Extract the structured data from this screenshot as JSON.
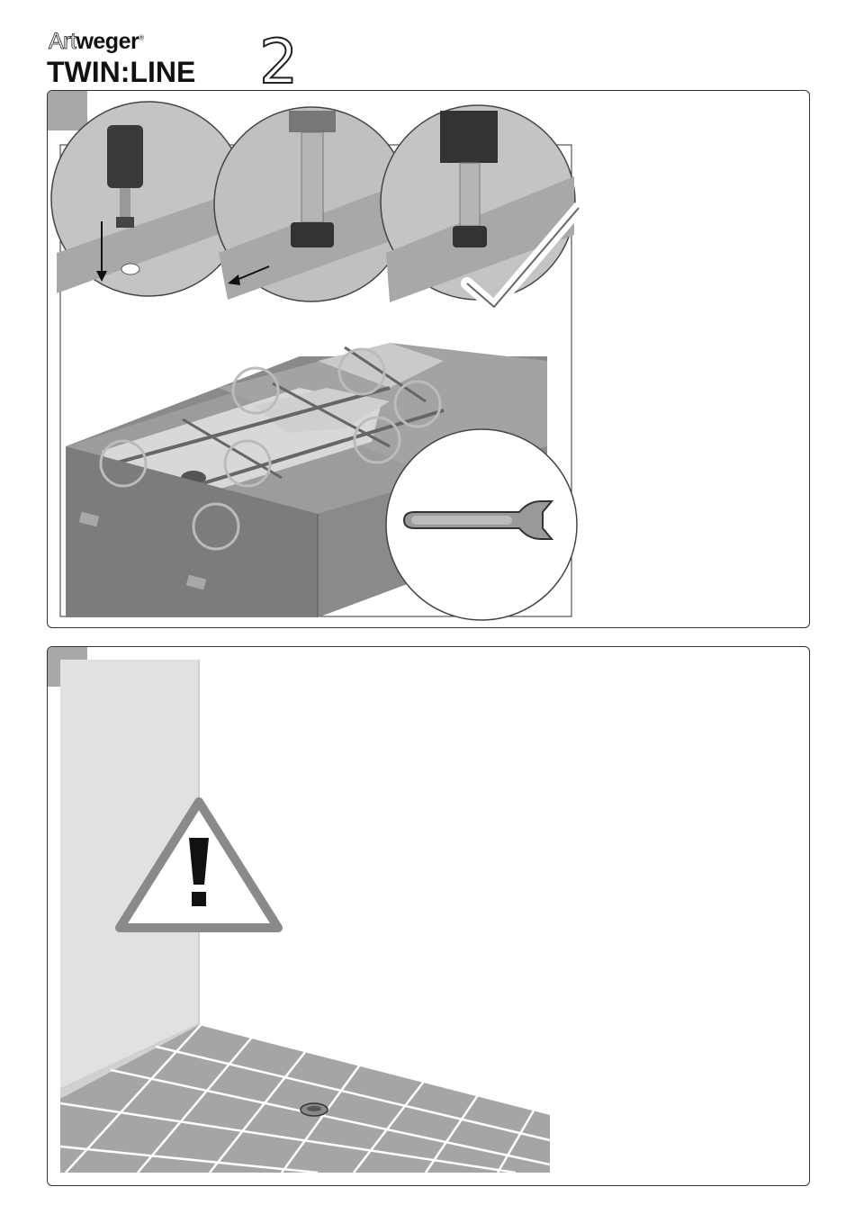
{
  "header": {
    "brand_art": "Art",
    "brand_weger": "weger",
    "product": "TWIN:LINE",
    "version": "2"
  },
  "icons": {
    "wrench": "wrench-icon",
    "warning": "warning-icon",
    "check": "checkmark-icon"
  },
  "colors": {
    "frame": "#333333",
    "step_tab": "#a8a8a8",
    "tray_gray": "#7c7c7c"
  }
}
